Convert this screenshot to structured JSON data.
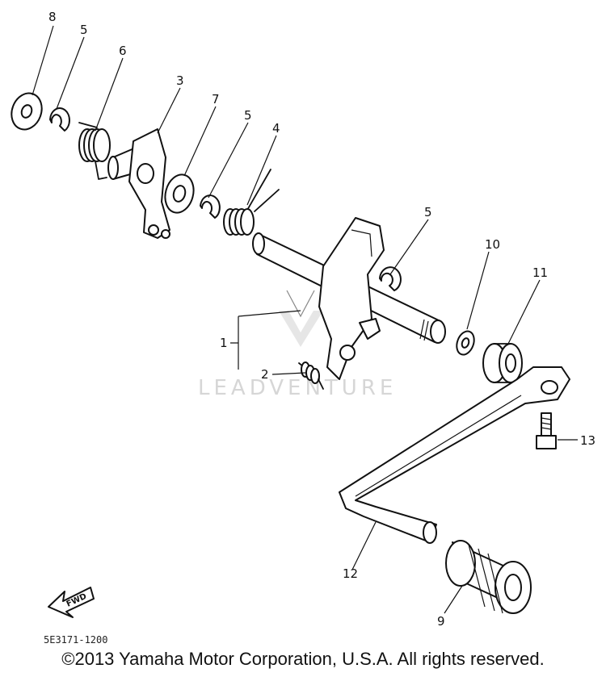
{
  "diagram": {
    "callouts": [
      "1",
      "2",
      "3",
      "4",
      "5",
      "5",
      "5",
      "6",
      "7",
      "8",
      "9",
      "10",
      "11",
      "12",
      "13"
    ],
    "fwd_label": "FWD",
    "diagram_code": "5E3171-1200",
    "watermark": "LEADVENTURE"
  },
  "footer": {
    "copyright": "©2013 Yamaha Motor Corporation, U.S.A. All rights reserved."
  },
  "icons": [
    "fwd-arrow-icon",
    "watermark-logo-icon"
  ]
}
